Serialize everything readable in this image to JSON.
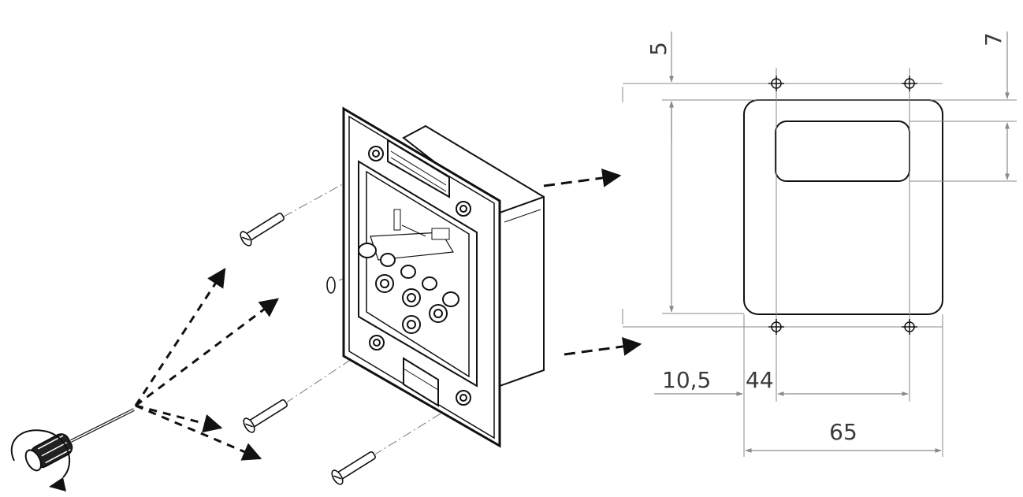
{
  "dimensions": {
    "top_left": "5",
    "top_right": "7",
    "bottom_offset": "10,5",
    "bottom_inner": "44",
    "bottom_overall": "65"
  },
  "colors": {
    "line": "#1a1a1a",
    "dimension": "#7a7a7a"
  },
  "icons": [
    "screwdriver-icon",
    "rotation-arrow-icon",
    "screw-icon",
    "direction-arrow-icon"
  ]
}
